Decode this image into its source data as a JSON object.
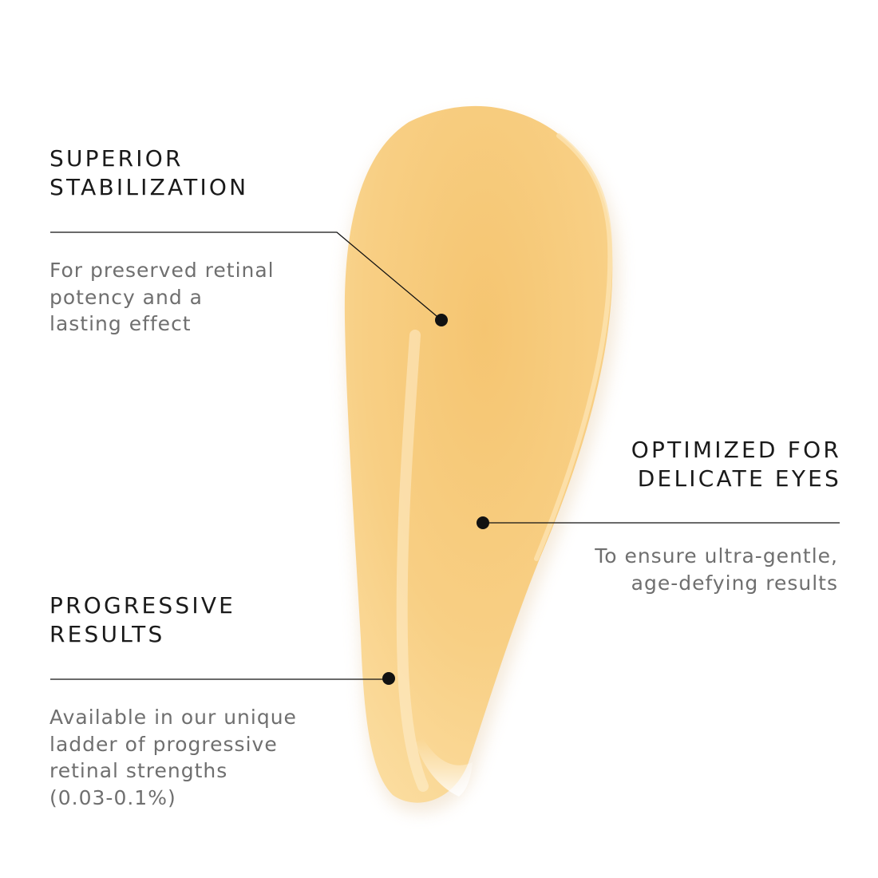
{
  "colors": {
    "background": "#ffffff",
    "swatch": "#f6c978",
    "heading_text": "#1a1a1a",
    "body_text": "#6f6f6f",
    "callout_line": "#111111"
  },
  "callouts": [
    {
      "heading_lines": [
        "SUPERIOR",
        "STABILIZATION"
      ],
      "description_lines": [
        "For preserved retinal",
        "potency and a",
        "lasting effect"
      ]
    },
    {
      "heading_lines": [
        "OPTIMIZED FOR",
        "DELICATE EYES"
      ],
      "description_lines": [
        "To ensure ultra-gentle,",
        "age-defying results"
      ]
    },
    {
      "heading_lines": [
        "PROGRESSIVE",
        "RESULTS"
      ],
      "description_lines": [
        "Available in our unique",
        "ladder of progressive",
        "retinal strengths",
        "(0.03-0.1%)"
      ]
    }
  ]
}
